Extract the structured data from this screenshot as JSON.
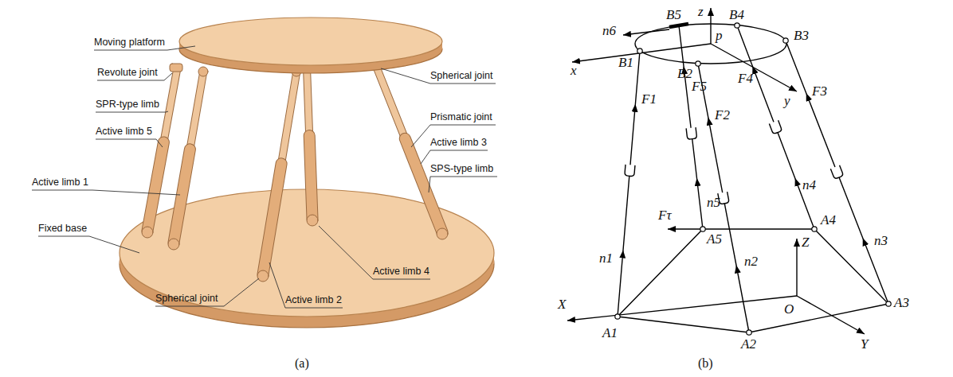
{
  "diagram": {
    "labels": [
      "Moving platform",
      "Revolute joint",
      "SPR-type limb",
      "Active limb 5",
      "Active limb 1",
      "Fixed base",
      "Spherical joint",
      "Active limb 2",
      "Active limb 4",
      "Spherical joint",
      "Prismatic joint",
      "Active limb 3",
      "SPS-type limb",
      "(a)",
      "z",
      "B5",
      "B4",
      "B3",
      "n6",
      "p",
      "x",
      "B1",
      "B2",
      "y",
      "F1",
      "F5",
      "F2",
      "F4",
      "F3",
      "n5",
      "n4",
      "n3",
      "n1",
      "n2",
      "Fτ",
      "A5",
      "Z",
      "A4",
      "A3",
      "A1",
      "A2",
      "O",
      "X",
      "Y",
      "(b)"
    ]
  }
}
